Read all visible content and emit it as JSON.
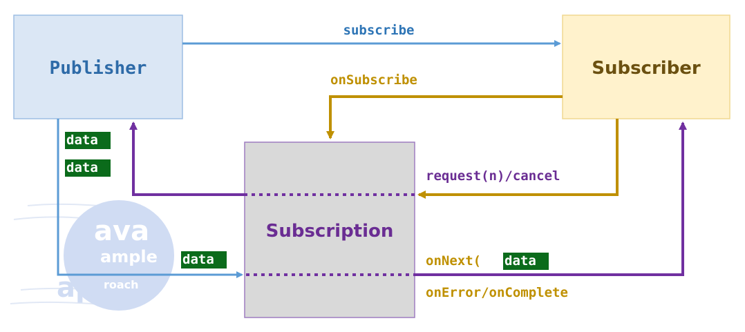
{
  "nodes": {
    "publisher": "Publisher",
    "subscriber": "Subscriber",
    "subscription": "Subscription"
  },
  "edges": {
    "subscribe": "subscribe",
    "on_subscribe": "onSubscribe",
    "request_cancel": "request(n)/cancel",
    "on_next_prefix": "onNext(",
    "on_next_arg": "data",
    "on_next_suffix": ")",
    "on_error_complete": "onError/onComplete"
  },
  "data_tags": [
    "data",
    "data",
    "data"
  ],
  "watermark": {
    "line1": "ava",
    "line2": "ample",
    "line3": "app",
    "line4": "roach"
  },
  "colors": {
    "blue": "#5b9bd5",
    "gold": "#bf9000",
    "purple": "#7030a0",
    "green_tag": "#0b6b1b",
    "publisher_fill": "#dbe7f5",
    "subscriber_fill": "#fff2cc",
    "subscription_fill": "#d9d9d9"
  }
}
